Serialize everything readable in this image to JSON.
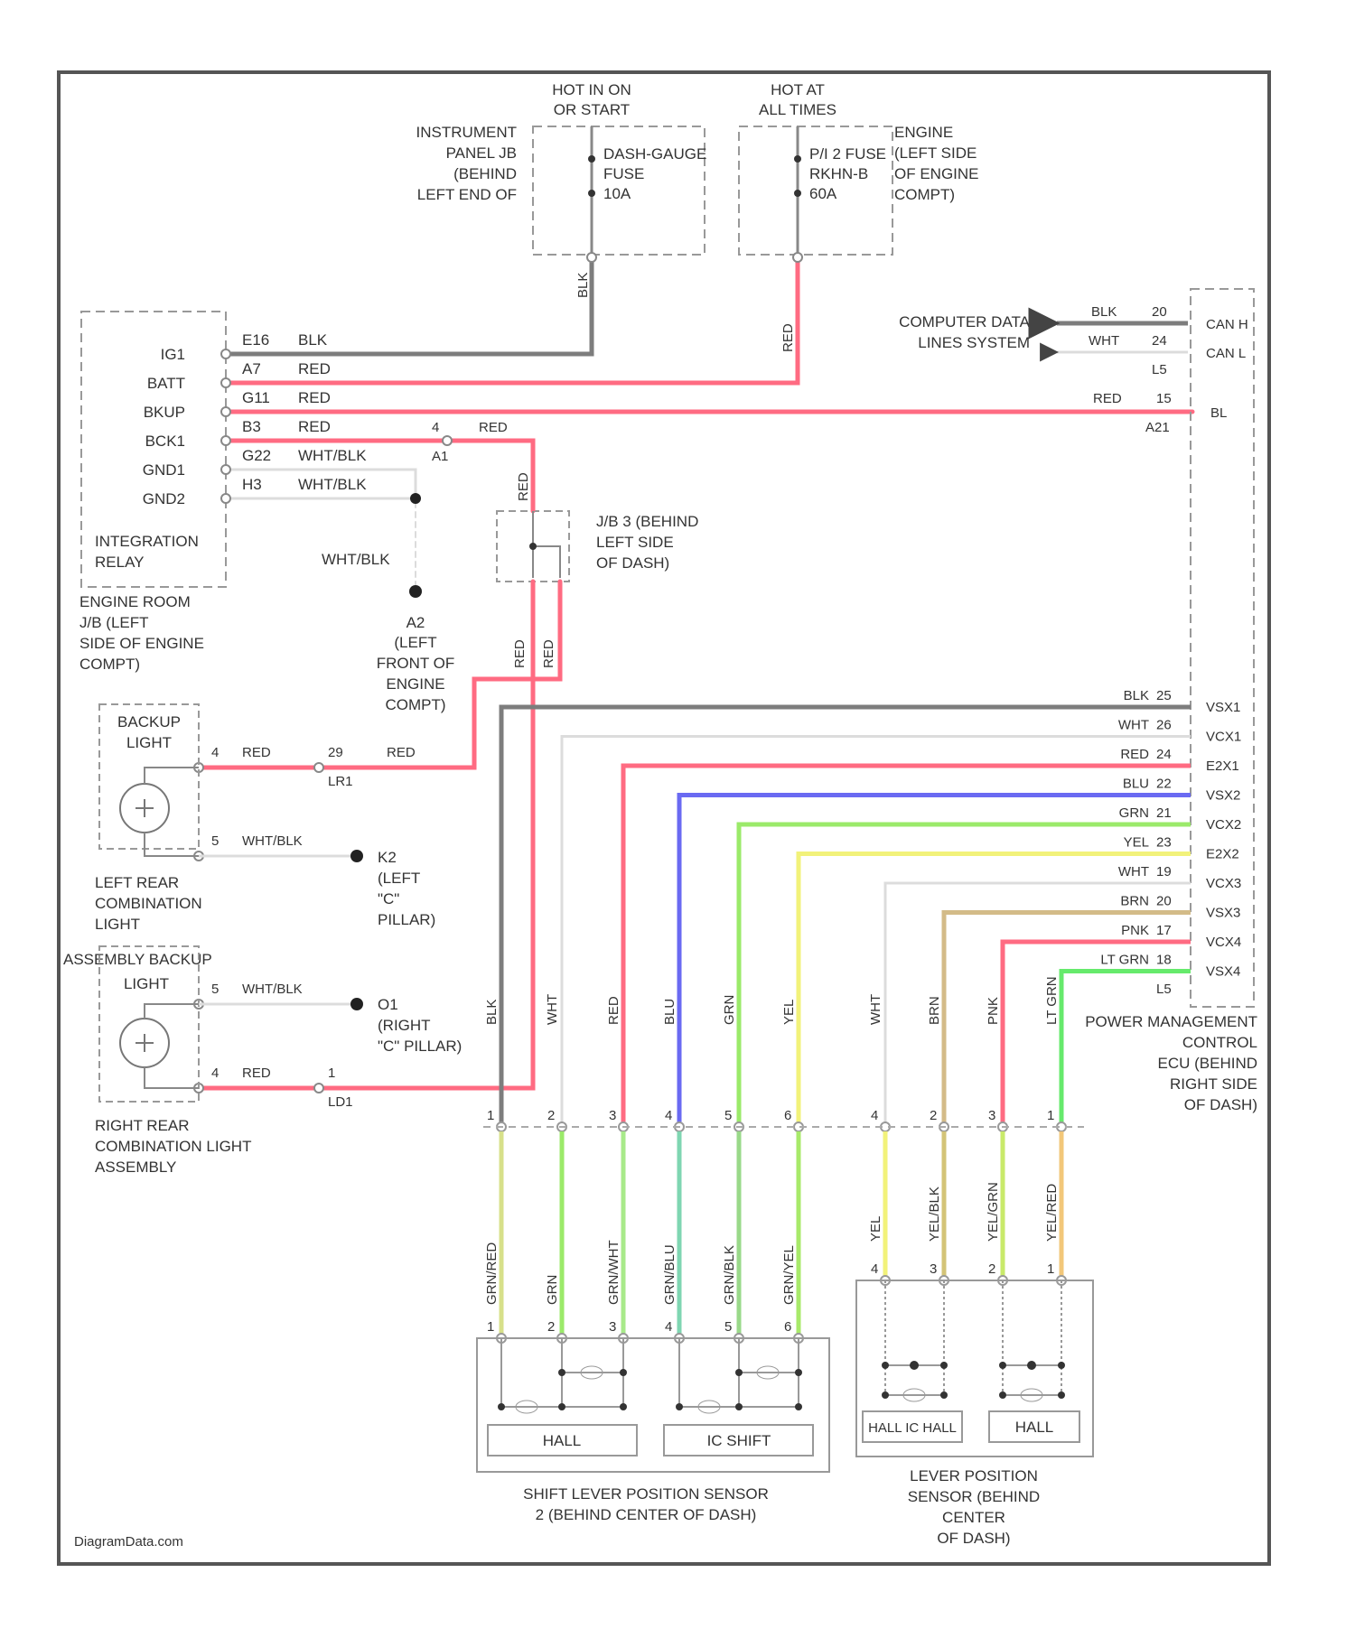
{
  "footer": "DiagramData.com",
  "fuses": [
    {
      "header_l1": "HOT IN ON",
      "header_l2": "OR START",
      "name_l1": "DASH-GAUGE",
      "name_l2": "FUSE",
      "rating": "10A"
    },
    {
      "header_l1": "HOT AT",
      "header_l2": "ALL TIMES",
      "name_l1": "P/I 2 FUSE",
      "name_l2": "RKHN-B",
      "rating": "60A"
    }
  ],
  "fuse_box_labels": {
    "instrument_panel_jb": [
      "INSTRUMENT",
      "PANEL JB",
      "(BEHIND",
      "LEFT END OF"
    ],
    "engine_room_jb": [
      "ENGINE",
      "(LEFT SIDE",
      "OF ENGINE",
      "COMPT)"
    ]
  },
  "integration_relay": {
    "pins": [
      "IG1",
      "BATT",
      "BKUP",
      "BCK1",
      "GND1",
      "GND2"
    ],
    "circuits": [
      "E16",
      "A7",
      "G11",
      "B3",
      "G22",
      "H3"
    ],
    "wires": [
      "BLK",
      "RED",
      "RED",
      "RED",
      "WHT/BLK",
      "WHT/BLK"
    ],
    "label": [
      "INTEGRATION",
      "RELAY"
    ],
    "jb_label": [
      "ENGINE ROOM",
      "J/B (LEFT",
      "SIDE OF ENGINE",
      "COMPT)"
    ]
  },
  "ground_a2": {
    "wire": "WHT/BLK",
    "name": "A2",
    "desc": [
      "(LEFT",
      "FRONT OF",
      "ENGINE",
      "COMPT)"
    ]
  },
  "j4": {
    "pin": "4",
    "wire": "RED",
    "name": "A1"
  },
  "jb3": {
    "label": [
      "J/B 3 (BEHIND",
      "LEFT SIDE",
      "OF DASH)"
    ],
    "wire_top": "RED",
    "wire_left": "RED",
    "wire_right": "RED"
  },
  "computer_data": {
    "label": [
      "COMPUTER DATA",
      "LINES SYSTEM"
    ],
    "wires": [
      "BLK",
      "WHT",
      ""
    ],
    "pins": [
      "20",
      "24",
      "L5"
    ],
    "names": [
      "CAN H",
      "CAN L",
      ""
    ]
  },
  "bl_line": {
    "wire": "RED",
    "pin": "15",
    "name": "BL",
    "connector": "A21"
  },
  "ecu": {
    "label": [
      "POWER MANAGEMENT",
      "CONTROL",
      "ECU (BEHIND",
      "RIGHT SIDE",
      "OF DASH)"
    ],
    "pins": [
      {
        "wire": "BLK",
        "pin": "25",
        "name": "VSX1"
      },
      {
        "wire": "WHT",
        "pin": "26",
        "name": "VCX1"
      },
      {
        "wire": "RED",
        "pin": "24",
        "name": "E2X1"
      },
      {
        "wire": "BLU",
        "pin": "22",
        "name": "VSX2"
      },
      {
        "wire": "GRN",
        "pin": "21",
        "name": "VCX2"
      },
      {
        "wire": "YEL",
        "pin": "23",
        "name": "E2X2"
      },
      {
        "wire": "WHT",
        "pin": "19",
        "name": "VCX3"
      },
      {
        "wire": "BRN",
        "pin": "20",
        "name": "VSX3"
      },
      {
        "wire": "PNK",
        "pin": "17",
        "name": "VCX4"
      },
      {
        "wire": "LT GRN",
        "pin": "18",
        "name": "VSX4"
      },
      {
        "wire": "",
        "pin": "L5",
        "name": ""
      }
    ]
  },
  "vertical_wires": [
    "BLK",
    "WHT",
    "RED",
    "BLU",
    "GRN",
    "YEL",
    "WHT",
    "BRN",
    "PNK",
    "LT GRN"
  ],
  "connector_pins": [
    "1",
    "2",
    "3",
    "4",
    "5",
    "6",
    "4",
    "2",
    "3",
    "1"
  ],
  "sensor_wires": [
    "GRN/RED",
    "GRN",
    "GRN/WHT",
    "GRN/BLU",
    "GRN/BLK",
    "GRN/YEL",
    "YEL",
    "YEL/BLK",
    "YEL/GRN",
    "YEL/RED"
  ],
  "sensor_pins": [
    "1",
    "2",
    "3",
    "4",
    "5",
    "6",
    "4",
    "3",
    "2",
    "1"
  ],
  "shift_sensor": {
    "chip1": "HALL",
    "chip2": "IC SHIFT",
    "label": [
      "SHIFT LEVER POSITION SENSOR",
      "2 (BEHIND CENTER OF DASH)"
    ]
  },
  "lever_sensor": {
    "chip1": "HALL IC HALL",
    "chip2": "HALL",
    "label": [
      "LEVER POSITION",
      "SENSOR (BEHIND",
      "CENTER",
      "OF DASH)"
    ]
  },
  "left_light": {
    "title": [
      "BACKUP",
      "LIGHT"
    ],
    "pin_pos": "4",
    "wire_pos": "RED",
    "pin_neg": "5",
    "wire_neg": "WHT/BLK",
    "conn_pin": "29",
    "conn_wire": "RED",
    "conn_name": "LR1",
    "ground": "K2",
    "ground_desc": [
      "(LEFT",
      "\"C\"",
      "PILLAR)"
    ],
    "label": [
      "LEFT REAR",
      "COMBINATION",
      "LIGHT",
      "ASSEMBLY BACKUP"
    ]
  },
  "right_light": {
    "title": [
      "LIGHT"
    ],
    "pin_pos": "4",
    "wire_pos": "RED",
    "pin_neg": "5",
    "wire_neg": "WHT/BLK",
    "conn_pin": "1",
    "conn_name": "LD1",
    "ground": "O1",
    "ground_desc": [
      "(RIGHT",
      "\"C\" PILLAR)"
    ],
    "label": [
      "RIGHT REAR",
      "COMBINATION LIGHT",
      "ASSEMBLY"
    ]
  },
  "colors": {
    "RED": "#ff6b82",
    "BLK": "#7d7d7d",
    "WHT": "#dcdcdc",
    "BLU": "#6a6af2",
    "GRN": "#9bea6a",
    "YEL": "#f2f27a",
    "BRN": "#d3bb88",
    "PNK": "#ff6b82",
    "LT GRN": "#66ea6c"
  }
}
